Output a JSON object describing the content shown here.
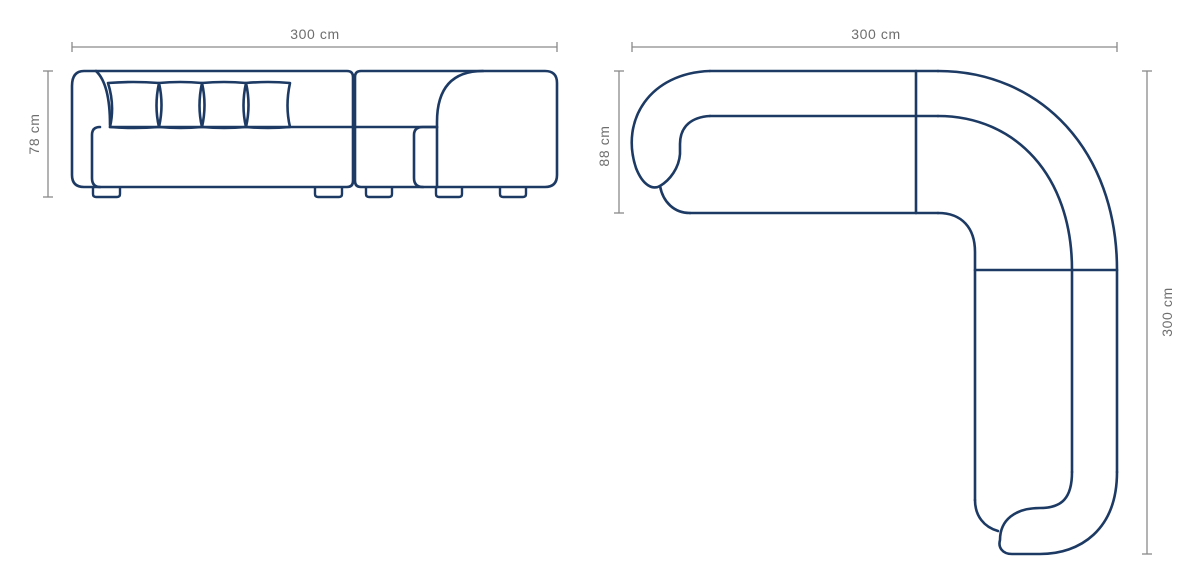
{
  "front_view": {
    "width_label": "300 cm",
    "height_label": "78 cm"
  },
  "top_view": {
    "width_label": "300 cm",
    "depth_label": "88 cm",
    "length_label": "300 cm"
  },
  "colors": {
    "outline": "#1c3a63",
    "dimension": "#8a8a8a",
    "dimension_text": "#6e6e6e"
  }
}
